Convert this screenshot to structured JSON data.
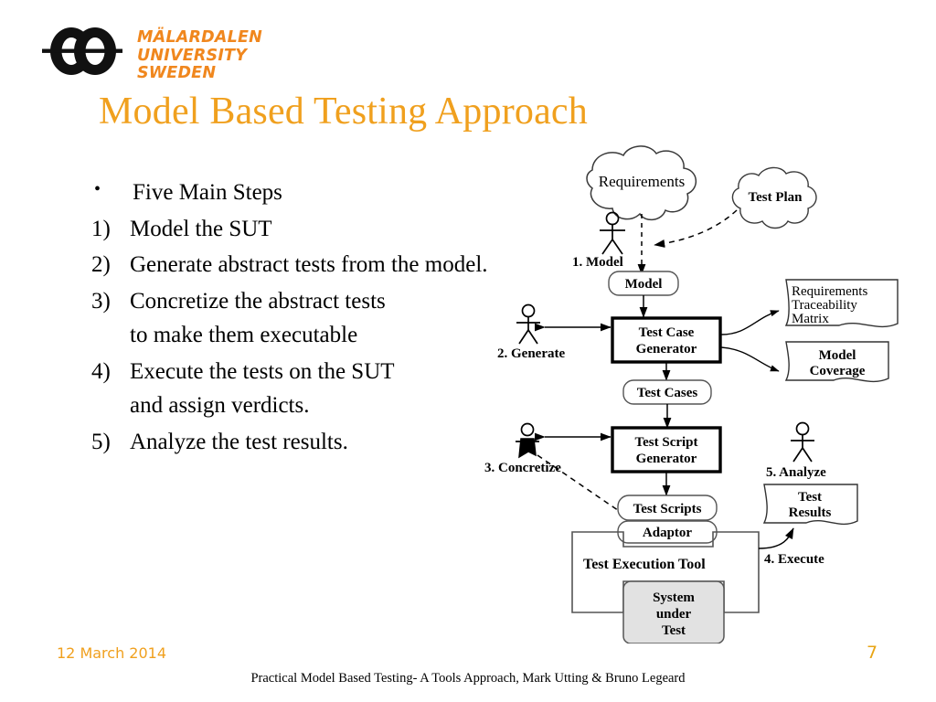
{
  "logo": {
    "line1": "MÄLARDALEN UNIVERSITY",
    "line2": "SWEDEN",
    "mark": "mu-rings-logo",
    "color": "#F0871E"
  },
  "title": "Model Based Testing Approach",
  "title_color": "#F0A01E",
  "body": {
    "items": [
      {
        "marker": "•",
        "text": "Five Main Steps"
      },
      {
        "marker": "1)",
        "text": "Model the SUT"
      },
      {
        "marker": "2)",
        "text": "Generate abstract tests from the model."
      },
      {
        "marker": "3)",
        "text": "Concretize the abstract tests to make them executable"
      },
      {
        "marker": "4)",
        "text": "Execute the tests on the SUT and assign verdicts."
      },
      {
        "marker": "5)",
        "text": "Analyze the test results."
      }
    ]
  },
  "footer": {
    "date": "12 March 2014",
    "page": "7",
    "reference": "Practical Model Based Testing- A Tools Approach, Mark Utting & Bruno Legeard"
  },
  "diagram": {
    "title": "model-based-testing-process",
    "nodes": {
      "requirements": "Requirements",
      "test_plan": "Test Plan",
      "model": "Model",
      "test_case_generator_line1": "Test Case",
      "test_case_generator_line2": "Generator",
      "test_cases": "Test Cases",
      "test_script_generator_line1": "Test Script",
      "test_script_generator_line2": "Generator",
      "test_scripts": "Test Scripts",
      "adaptor": "Adaptor",
      "test_execution_tool": "Test Execution Tool",
      "system_under_test_line1": "System",
      "system_under_test_line2": "under",
      "system_under_test_line3": "Test",
      "rtm_line1": "Requirements",
      "rtm_line2": "Traceability",
      "rtm_line3": "Matrix",
      "model_coverage_line1": "Model",
      "model_coverage_line2": "Coverage",
      "test_results_line1": "Test",
      "test_results_line2": "Results"
    },
    "steps": {
      "step1": "1. Model",
      "step2": "2. Generate",
      "step3": "3. Concretize",
      "step4": "4. Execute",
      "step5": "5. Analyze"
    }
  }
}
